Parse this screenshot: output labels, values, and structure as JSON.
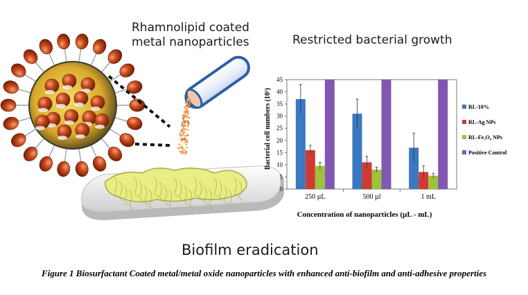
{
  "headings": {
    "nanoparticles_line1": "Rhamnolipid coated",
    "nanoparticles_line2": "metal nanoparticles",
    "growth": "Restricted bacterial growth",
    "biofilm": "Biofilm eradication"
  },
  "caption": "Figure 1 Biosurfactant Coated metal/metal oxide nanoparticles with enhanced anti-biofilm and anti-adhesive properties",
  "colors": {
    "nanoparticle": "#c9481c",
    "core": "#e6c23a",
    "tube": "#5b8fd1",
    "biofilm": "#e8ee7a"
  },
  "chart_data": {
    "type": "bar",
    "categories": [
      "250 µL",
      "500 µl",
      "1 mL"
    ],
    "xlabel": "Concentration of nanoparticles (µL - mL)",
    "ylabel": "Bacterial cell numbers (10⁵)",
    "ylim": [
      0,
      45
    ],
    "yticks": [
      0,
      5,
      10,
      15,
      20,
      25,
      30,
      35,
      40,
      45
    ],
    "legend_position": "right",
    "series": [
      {
        "name": "RL-10%",
        "color": "#3b78c2",
        "values": [
          37,
          31,
          17
        ],
        "errors": [
          6,
          6,
          6
        ]
      },
      {
        "name": "RL-Ag NPs",
        "color": "#cf3b33",
        "values": [
          16,
          11,
          7
        ],
        "errors": [
          2,
          2.5,
          2.5
        ]
      },
      {
        "name": "RL-Fe₃O₄ NPs",
        "color": "#9dc33b",
        "values": [
          9.5,
          8,
          5.5
        ],
        "errors": [
          1.5,
          1,
          1
        ]
      },
      {
        "name": "Positive Control",
        "color": "#8257b2",
        "values": [
          45,
          45,
          45
        ],
        "errors": [
          0,
          0,
          0
        ]
      }
    ]
  }
}
